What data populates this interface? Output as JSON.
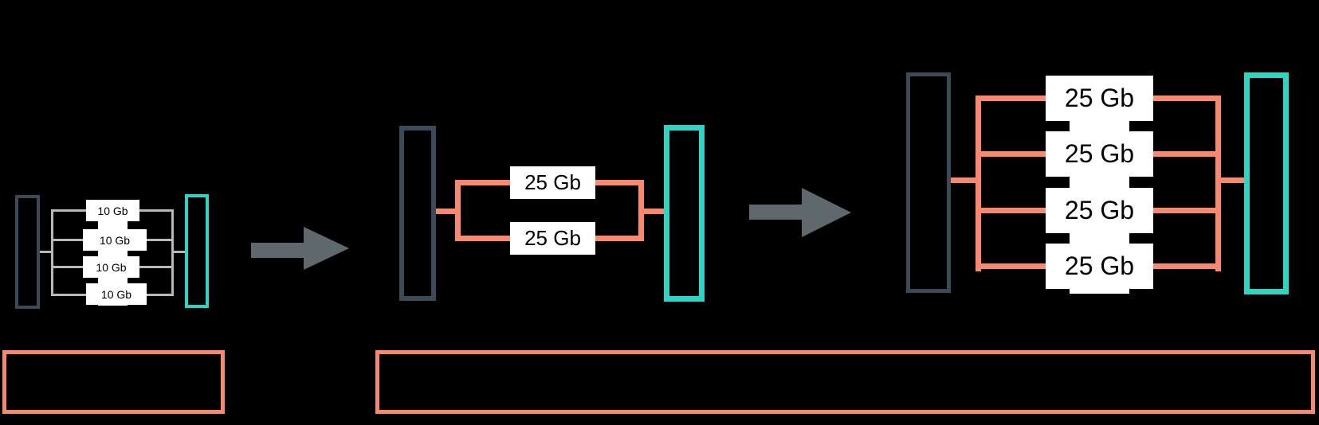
{
  "colors": {
    "background": "#000000",
    "dark_node_outline": "#3b4a57",
    "teal_node_outline": "#2bd4c3",
    "link_10gb_line": "#b8b8b8",
    "link_25gb_line": "#f9886c",
    "arrow": "#5f686c",
    "link_label_bg": "#ffffff",
    "link_label_text": "#000000",
    "callout_outline": "#f9886c"
  },
  "diagrams": [
    {
      "name": "stage-1-four-10gb-links",
      "links": [
        {
          "label": "10 Gb"
        },
        {
          "label": "10 Gb"
        },
        {
          "label": "10 Gb"
        },
        {
          "label": "10 Gb"
        }
      ]
    },
    {
      "name": "stage-2-two-25gb-links",
      "links": [
        {
          "label": "25 Gb"
        },
        {
          "label": "25 Gb"
        }
      ]
    },
    {
      "name": "stage-3-four-25gb-links",
      "links": [
        {
          "label": "25 Gb"
        },
        {
          "label": "25 Gb"
        },
        {
          "label": "25 Gb"
        },
        {
          "label": "25 Gb"
        }
      ]
    }
  ],
  "arrows": [
    {
      "name": "arrow-1",
      "direction": "right"
    },
    {
      "name": "arrow-2",
      "direction": "right"
    }
  ],
  "callouts": [
    {
      "name": "callout-left"
    },
    {
      "name": "callout-wide"
    }
  ]
}
